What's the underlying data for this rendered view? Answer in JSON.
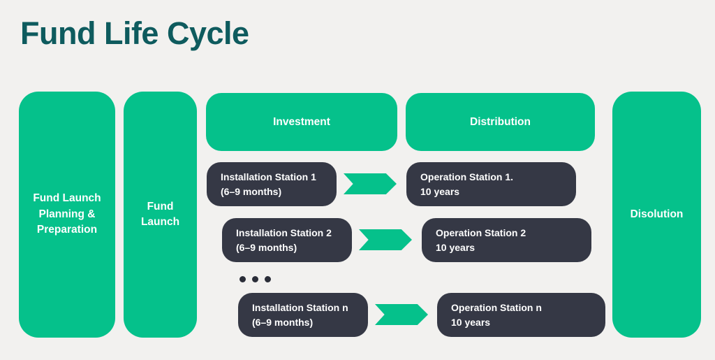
{
  "title": "Fund Life Cycle",
  "colors": {
    "green": "#05c18b",
    "dark": "#353845",
    "title_teal": "#0e5b5e",
    "background": "#f2f1ef",
    "text_on_box": "#ffffff",
    "dot": "#2a2d38"
  },
  "columns": {
    "planning": {
      "label": "Fund Launch\nPlanning &\nPreparation"
    },
    "launch": {
      "label": "Fund\nLaunch"
    },
    "disolution": {
      "label": "Disolution"
    }
  },
  "headers": {
    "investment": {
      "label": "Investment"
    },
    "distribution": {
      "label": "Distribution"
    }
  },
  "rows": [
    {
      "installation": {
        "title": "Installation Station 1",
        "duration": "(6–9 months)"
      },
      "operation": {
        "title": "Operation Station 1.",
        "duration": "10 years"
      }
    },
    {
      "installation": {
        "title": "Installation Station 2",
        "duration": "(6–9 months)"
      },
      "operation": {
        "title": "Operation Station 2",
        "duration": "10 years"
      }
    },
    {
      "installation": {
        "title": "Installation Station n",
        "duration": "(6–9 months)"
      },
      "operation": {
        "title": "Operation Station n",
        "duration": "10 years"
      }
    }
  ],
  "icons": {
    "flow_arrow": "chevron-right-arrow",
    "ellipsis": "horizontal-ellipsis-dots"
  }
}
